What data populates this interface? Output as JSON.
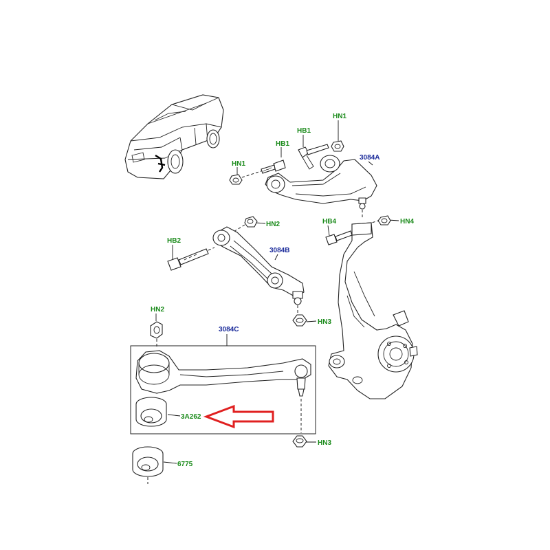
{
  "labels": {
    "hn1_left": "HN1",
    "hb1_left": "HB1",
    "hb1_right": "HB1",
    "hn1_right": "HN1",
    "upper_arm": "3084A",
    "hn2_top": "HN2",
    "hb2": "HB2",
    "mid_arm": "3084B",
    "hb4": "HB4",
    "hn4": "HN4",
    "hn2_left": "HN2",
    "hn3_top": "HN3",
    "lower_arm": "3084C",
    "bushing": "3A262",
    "hn3_bottom": "HN3",
    "bushing_alt": "6775"
  },
  "colors": {
    "part_label": "#1a8a1a",
    "assembly_label": "#1a2a9a",
    "highlight_arrow": "#e02020"
  }
}
